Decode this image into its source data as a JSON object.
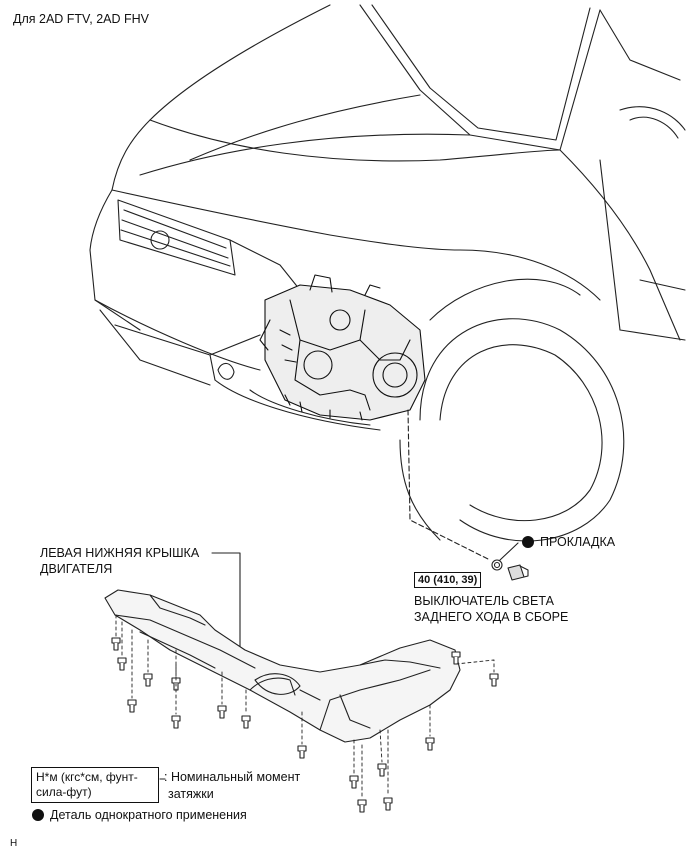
{
  "header": {
    "applicability": "Для 2AD FTV, 2AD FHV"
  },
  "callouts": {
    "gasket": "ПРОКЛАДКА",
    "torque_value": "40 (410, 39)",
    "switch_line1": "ВЫКЛЮЧАТЕЛЬ СВЕТА",
    "switch_line2": "ЗАДНЕГО ХОДА В СБОРЕ",
    "cover_line1": "ЛЕВАЯ НИЖНЯЯ КРЫШКА",
    "cover_line2": "ДВИГАТЕЛЯ"
  },
  "legend": {
    "torque_unit_line1": "Н*м (кгс*см, фунт-",
    "torque_unit_line2": "сила-фут)",
    "torque_desc_line1": ": Номинальный момент",
    "torque_desc_line2": "затяжки",
    "single_use": "Деталь однократного применения"
  },
  "footer": {
    "code": "H"
  },
  "icons": {
    "single_use_marker": "filled-circle-icon"
  }
}
